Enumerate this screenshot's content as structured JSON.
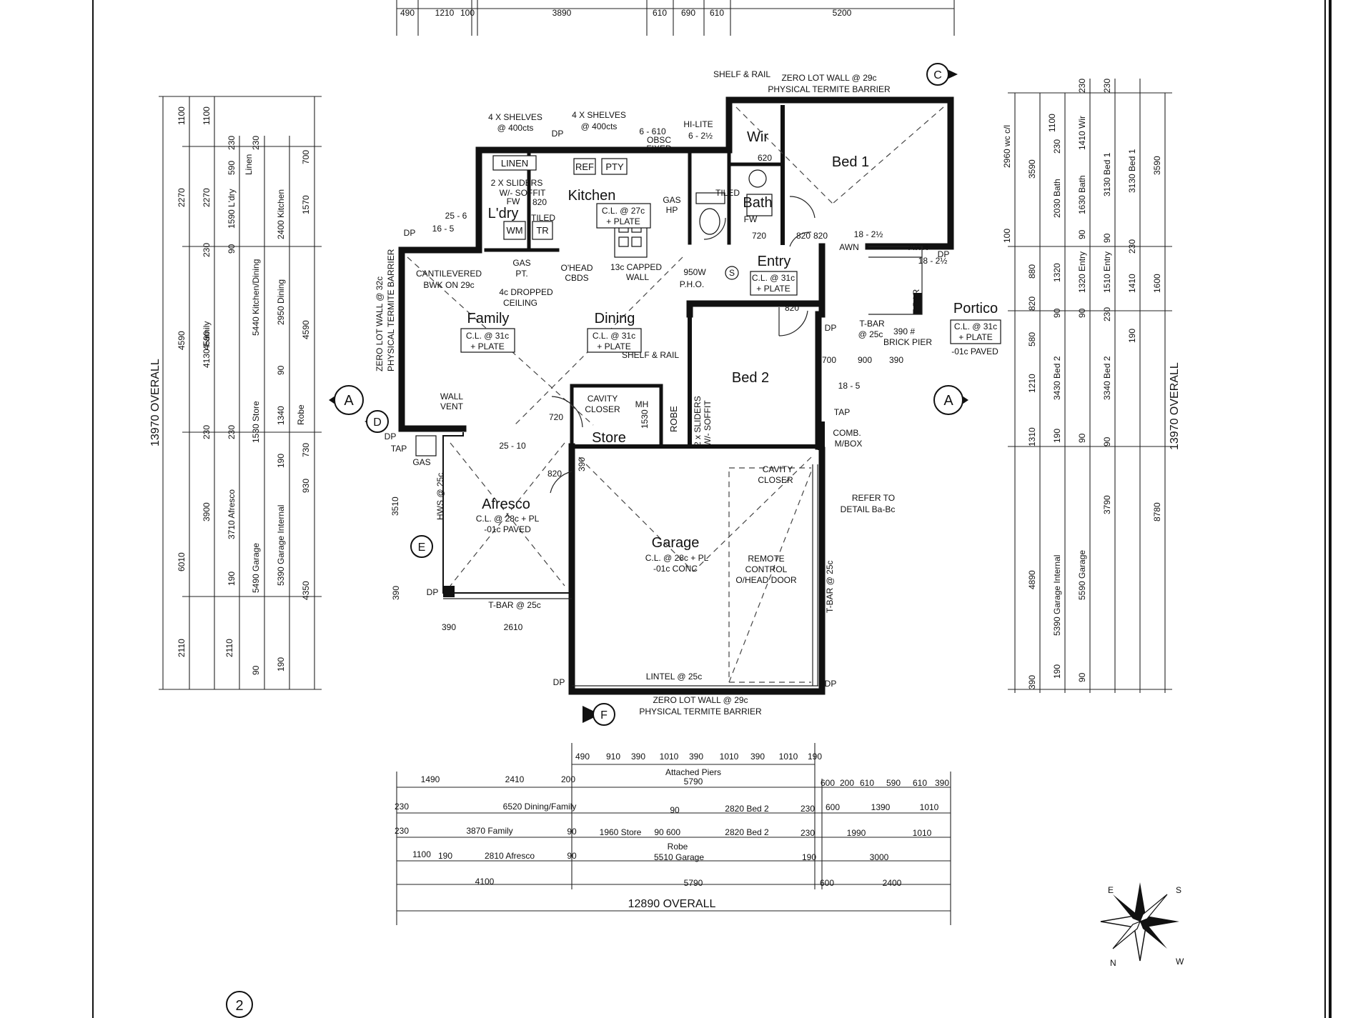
{
  "top_dims": [
    "490",
    "1210",
    "100",
    "3890",
    "610",
    "690",
    "610",
    "5200"
  ],
  "rooms": {
    "bed1": "Bed 1",
    "bed2": "Bed 2",
    "wir": "Wir",
    "bath": "Bath",
    "kitchen": "Kitchen",
    "laundry": "L'dry",
    "family": "Family",
    "dining": "Dining",
    "entry": "Entry",
    "portico": "Portico",
    "store": "Store",
    "robe": "ROBE",
    "afresco": "Afresco",
    "garage": "Garage",
    "linen": "LINEN",
    "ref": "REF",
    "pty": "PTY",
    "wm": "WM",
    "tr": "TR",
    "mh": "MH"
  },
  "notes": {
    "shelf_rail": "SHELF & RAIL",
    "zero_lot_top_1": "ZERO LOT WALL @ 29c",
    "zero_lot_top_2": "PHYSICAL TERMITE BARRIER",
    "shelves1": "4 X SHELVES",
    "shelves1b": "@ 400cts",
    "shelves2": "4 X SHELVES",
    "shelves2b": "@ 400cts",
    "dp": "DP",
    "hilite": "HI-LITE",
    "obsc": "OBSC",
    "fixed": "FIXED",
    "h_6_610": "6 - 610",
    "h_6_2half": "6 - 2½",
    "sliders1": "2 X SLIDERS",
    "wsoffit": "W/- SOFFIT",
    "fw": "FW",
    "tiled": "TILED",
    "cl27": "C.L. @ 27c",
    "plate": "+ PLATE",
    "gas": "GAS",
    "hp": "HP",
    "w_820": "820",
    "w_620": "620",
    "w_720": "720",
    "h_25_6": "25 - 6",
    "h_16_5": "16 - 5",
    "gaspt": "GAS",
    "gaspt2": "PT.",
    "cantilevered": "CANTILEVERED",
    "bwk": "BWK ON 29c",
    "zero_left_1": "ZERO LOT WALL @ 32c",
    "zero_left_2": "PHYSICAL TERMITE BARRIER",
    "oheadcbds": "O'HEAD",
    "oheadcbds2": "CBDS",
    "capped": "13c CAPPED",
    "capped2": "WALL",
    "w950": "950W",
    "pho": "P.H.O.",
    "dropped": "4c DROPPED",
    "ceiling": "CEILING",
    "cl31": "C.L. @ 31c",
    "h_18_2half": "18 - 2½",
    "awn": "AWN",
    "tbar25": "T-BAR",
    "tbar25b": "@ 25c",
    "brickpier": "390 #",
    "brickpier2": "BRICK PIER",
    "paved01": "-01c PAVED",
    "h_700": "700",
    "h_900": "900",
    "h_390": "390",
    "h_18_5": "18 - 5",
    "wallvent": "WALL",
    "wallvent2": "VENT",
    "cavity": "CAVITY",
    "closer": "CLOSER",
    "sliders2": "2 x SLIDERS",
    "wsoffit2": "W/- SOFFIT",
    "tap": "TAP",
    "comb": "COMB.",
    "mbox": "M/BOX",
    "h_25_10": "25 - 10",
    "gashws": "GAS",
    "gashws2": "HWS @ 25c",
    "afresco_cl": "C.L. @ 28c + PL",
    "afresco_paved": "-01c PAVED",
    "garage_cl": "C.L. @ 28c + PL",
    "garage_conc": "-01c CONC",
    "remote1": "REMOTE",
    "remote2": "CONTROL",
    "remote3": "O/HEAD DOOR",
    "refer1": "REFER TO",
    "refer2": "DETAIL Ba-Bc",
    "tbar_garage": "T-BAR @ 25c",
    "tbar_afresco": "T-BAR @ 25c",
    "lintel": "LINTEL @ 25c",
    "zero_bottom_1": "ZERO LOT WALL @ 29c",
    "zero_bottom_2": "PHYSICAL TERMITE BARRIER",
    "d_2610": "2610",
    "d_390": "390",
    "d_1530": "1530",
    "d_3510": "3510"
  },
  "markers": {
    "A": "A",
    "C": "C",
    "D": "D",
    "E": "E",
    "F": "F",
    "sheet": "2"
  },
  "left_dims": {
    "overall": "13970 OVERALL",
    "c1": [
      "1100",
      "2270",
      "4590",
      "6010",
      "2110"
    ],
    "c2": [
      "1100",
      "2270",
      "4590",
      "3900",
      "2110"
    ],
    "c3": [
      "230",
      "90",
      "4130 Family",
      "230",
      "3710 Afresco",
      "190"
    ],
    "c4": [
      "590",
      "230",
      "1590 L'dry",
      "5440 Kitchen/Dining",
      "230",
      "1530 Store",
      "5490 Garage",
      "90"
    ],
    "c5": [
      "230",
      "2400 Kitchen",
      "2950 Dining",
      "90",
      "1340",
      "190",
      "5390 Garage Internal",
      "190"
    ],
    "c6": [
      "700",
      "1570",
      "4590",
      "730",
      "930",
      "4350"
    ],
    "linen": "Linen",
    "robe": "Robe"
  },
  "right_dims": {
    "overall": "13970 OVERALL",
    "c1": [
      "2960 wc c/l",
      "100",
      "880",
      "820",
      "580",
      "1210",
      "1310",
      "4890",
      "390"
    ],
    "c2": [
      "3590",
      "1320",
      "90",
      "3430 Bed 2",
      "190",
      "5390 Garage Internal",
      "190"
    ],
    "c3": [
      "1100",
      "230",
      "2030 Bath",
      "90",
      "1320 Entry",
      "90",
      "90",
      "5590 Garage",
      "90"
    ],
    "c4": [
      "230",
      "1410 Wir",
      "1630 Bath",
      "90",
      "1510 Entry",
      "230",
      "3340 Bed 2",
      "90"
    ],
    "c5": [
      "230",
      "3130 Bed 1",
      "230",
      "1410",
      "190",
      "3790"
    ],
    "c6": [
      "3130 Bed 1",
      "3590",
      "1600",
      "8780"
    ]
  },
  "bottom_dims": {
    "row1": [
      "490",
      "910",
      "390",
      "1010",
      "390",
      "1010",
      "390",
      "1010",
      "190"
    ],
    "attached": "Attached Piers",
    "row2": [
      "1490",
      "2410",
      "200",
      "5790",
      "600",
      "200",
      "610",
      "590",
      "610",
      "390"
    ],
    "row3": [
      "230",
      "6520 Dining/Family",
      "90",
      "2820 Bed 2",
      "230",
      "600",
      "1390",
      "1010"
    ],
    "row4": [
      "230",
      "3870 Family",
      "90",
      "1960 Store",
      "90",
      "600",
      "2820 Bed 2",
      "230",
      "1990",
      "1010"
    ],
    "robe": "Robe",
    "row5": [
      "1100",
      "190",
      "2810 Afresco",
      "90",
      "5510 Garage",
      "190",
      "3000"
    ],
    "row6": [
      "4100",
      "5790",
      "600",
      "2400"
    ],
    "overall": "12890 OVERALL"
  },
  "compass": {
    "n": "N",
    "s": "S",
    "e": "E",
    "w": "W"
  }
}
